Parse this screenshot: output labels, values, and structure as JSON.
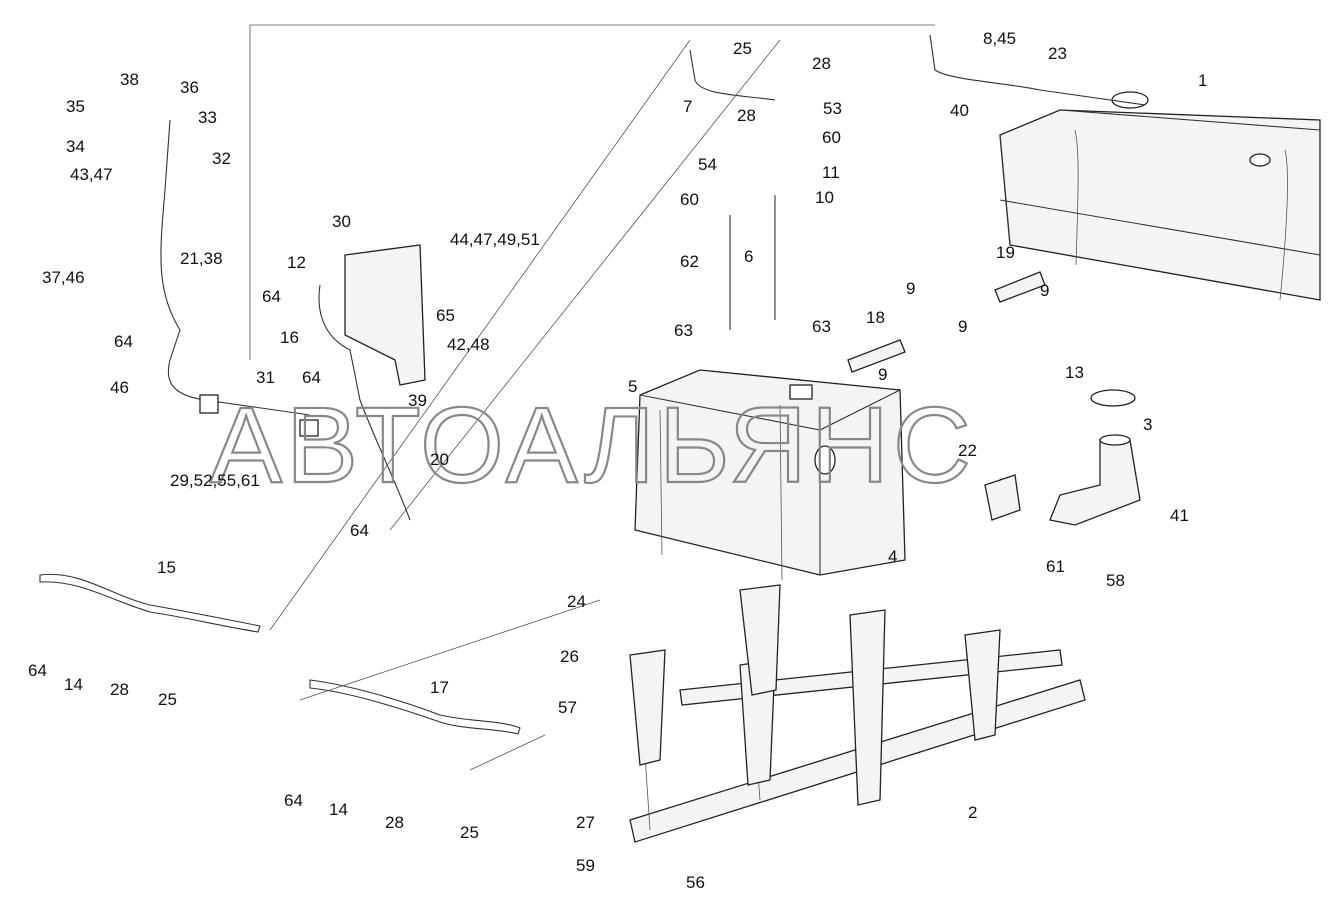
{
  "watermark": "АВТОАЛЬЯНС",
  "labels": [
    "1",
    "2",
    "3",
    "4",
    "5",
    "6",
    "7",
    "8,45",
    "9",
    "10",
    "11",
    "12",
    "13",
    "14",
    "15",
    "16",
    "17",
    "18",
    "19",
    "20",
    "21,38",
    "22",
    "23",
    "24",
    "25",
    "26",
    "27",
    "28",
    "29,52,55,61",
    "30",
    "31",
    "32",
    "33",
    "34",
    "35",
    "36",
    "37,46",
    "38",
    "39",
    "40",
    "41",
    "42,48",
    "43,47",
    "44,47,49,51",
    "46",
    "53",
    "54",
    "56",
    "57",
    "58",
    "59",
    "60",
    "61",
    "62",
    "63",
    "64",
    "65"
  ]
}
